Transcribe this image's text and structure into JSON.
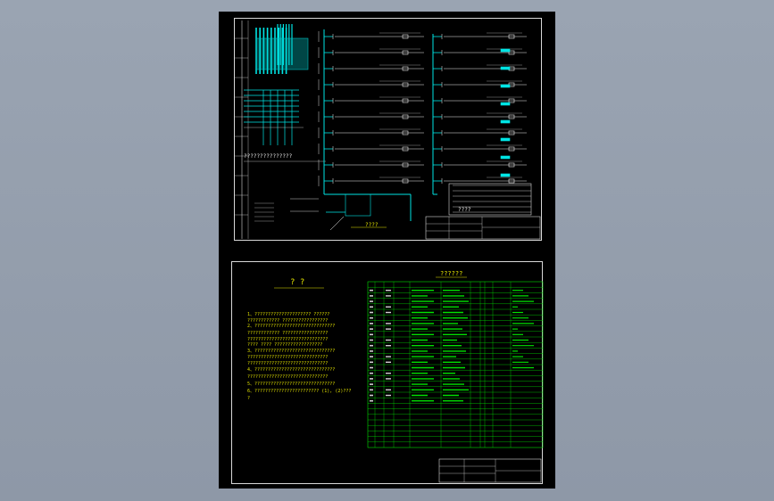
{
  "sheet1": {
    "caption_left": "???????????????",
    "caption_right": "????",
    "caption_bottom": "????"
  },
  "sheet2": {
    "notes_title": "?   ?",
    "table_title": "??????",
    "notes": [
      "1、?????????????????????  ??????",
      "   ????????????  ?????????????????",
      "2、??????????????????????????????",
      "   ????????????  ?????????????????",
      "   ??????????????????????????????",
      "   ????  ????  ??????????????????",
      "3、??????????????????????????????",
      "   ??????????????????????????????",
      "   ??????????????????????????????",
      "4、??????????????????????????????",
      "   ??????????????????????????????",
      "5、??????????????????????????????",
      "6、???????????????????????? (1), (2)???",
      "   ?"
    ]
  },
  "colors": {
    "background": "#9aa4b2",
    "sheet": "#000000",
    "frame": "#d8d8d8",
    "cyan": "#00e5e5",
    "green": "#00e000",
    "yellow": "#e8e800"
  }
}
